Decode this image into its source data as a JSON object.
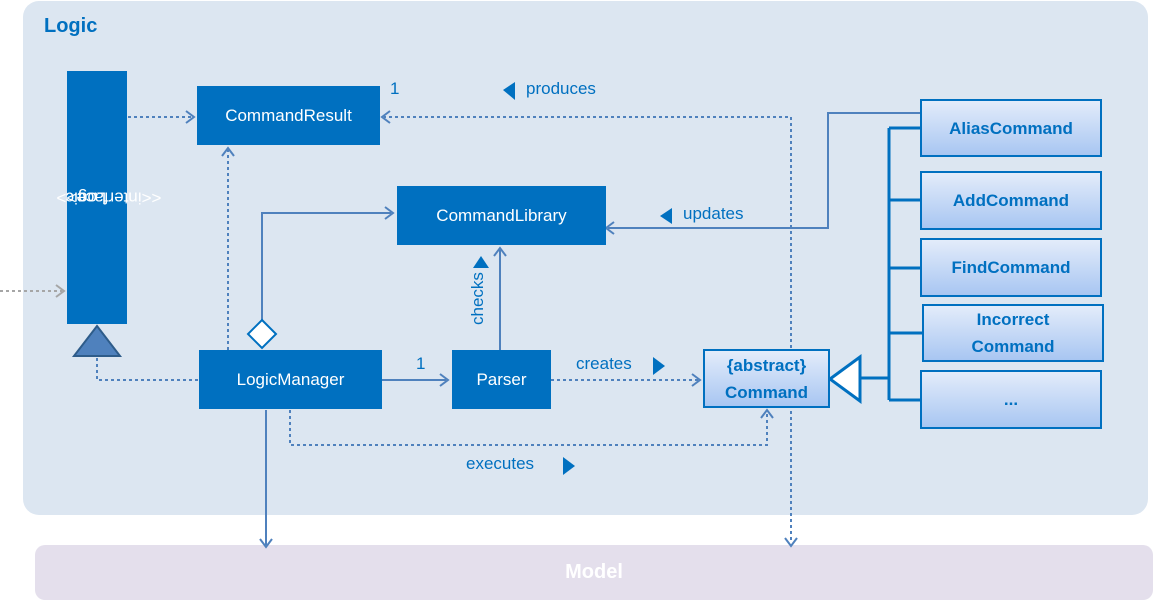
{
  "logic_panel": {
    "title": "Logic"
  },
  "model_panel": {
    "label": "Model"
  },
  "interface_box": {
    "stereotype": "<<interface>>",
    "name": "Logic"
  },
  "boxes": {
    "command_result": "CommandResult",
    "command_library": "CommandLibrary",
    "logic_manager": "LogicManager",
    "parser": "Parser"
  },
  "abstract_command": {
    "stereotype": "{abstract}",
    "name": "Command"
  },
  "subclasses": {
    "alias": "AliasCommand",
    "add": "AddCommand",
    "find": "FindCommand",
    "incorrect_line1": "Incorrect",
    "incorrect_line2": "Command",
    "more": "..."
  },
  "labels": {
    "produces": "produces",
    "produces_multiplicity": "1",
    "updates": "updates",
    "checks": "checks",
    "creates": "creates",
    "executes": "executes",
    "parser_multiplicity": "1"
  },
  "colors": {
    "primary": "#0070c0",
    "panel": "#dce6f1",
    "model": "#e4dfec"
  }
}
